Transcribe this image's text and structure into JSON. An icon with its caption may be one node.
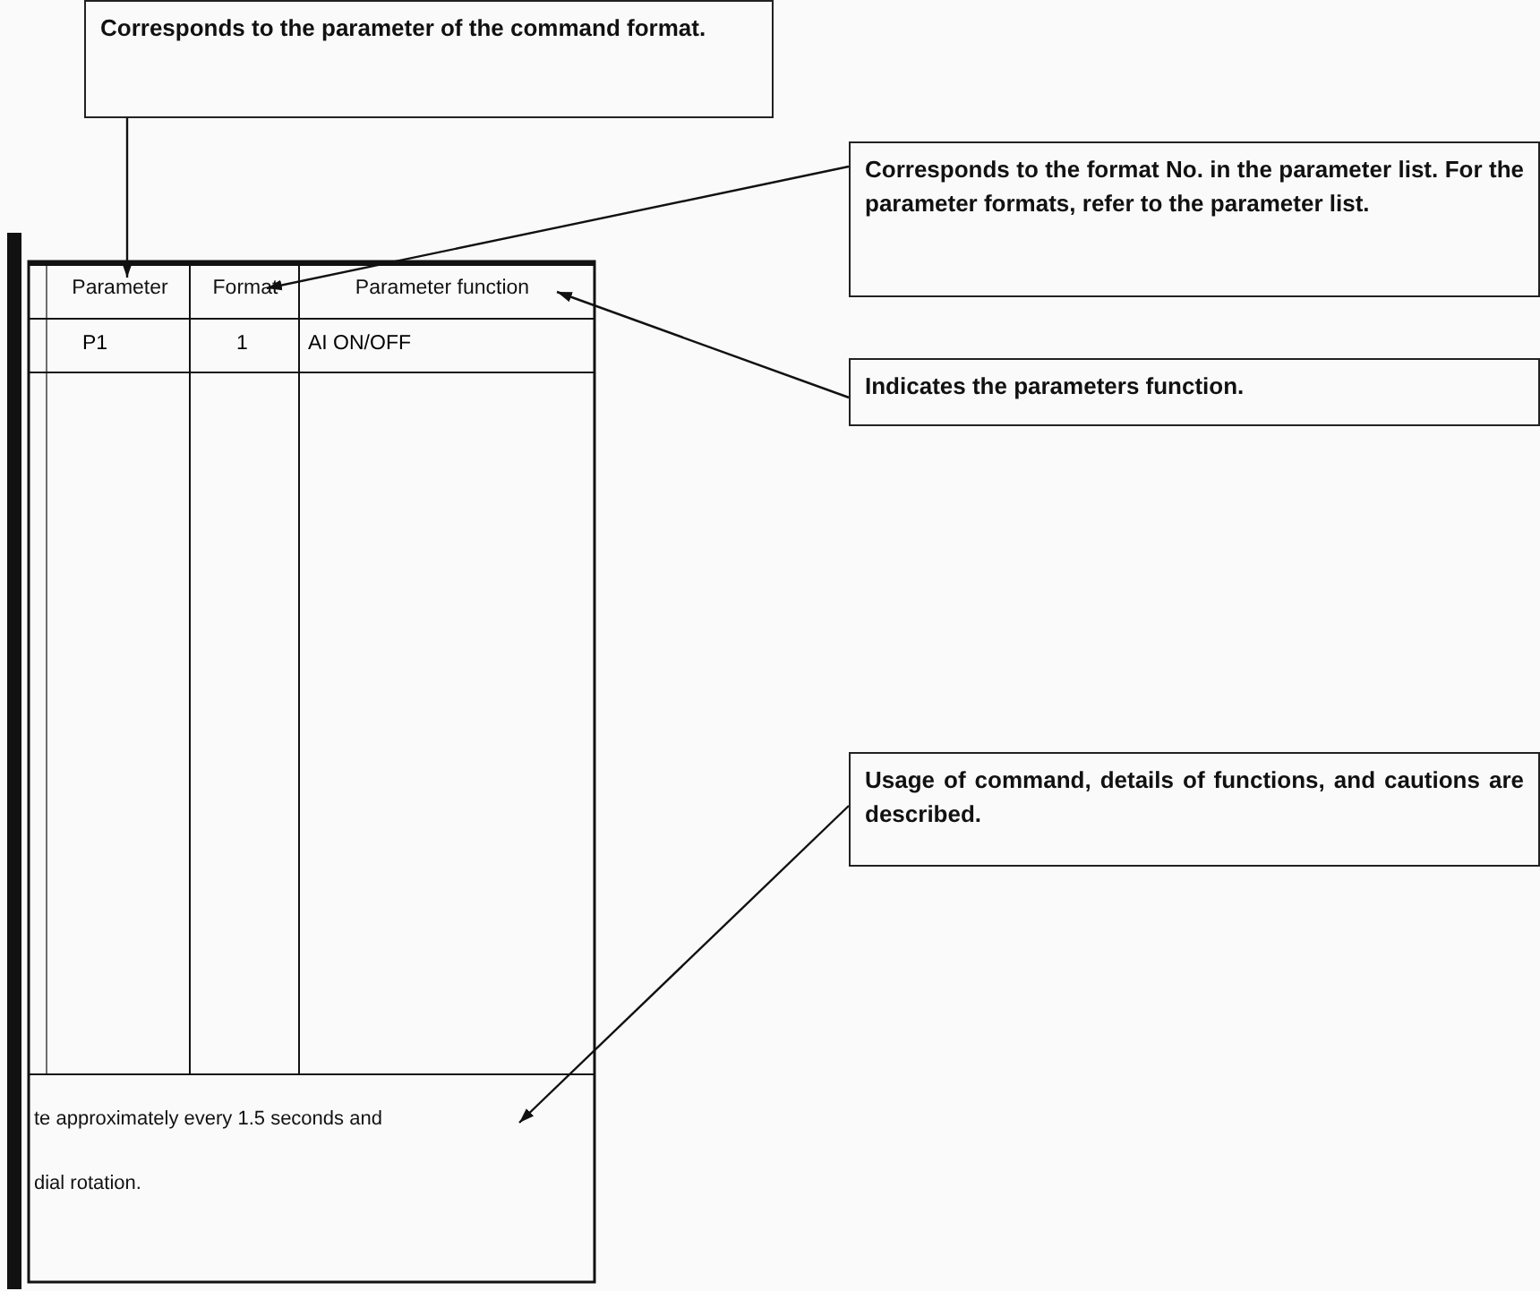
{
  "diagram": {
    "nodes": [
      {
        "text": [
          "Corresponds to the parameter of the command format."
        ]
      },
      {
        "text": [
          "Corresponds to the format No. in the parameter list. For the parameter formats, refer to the parameter list."
        ]
      },
      {
        "text": [
          "Indicates the parameters function."
        ]
      },
      {
        "text": [
          "Usage of command, details of functions, and cautions are described."
        ]
      },
      {
        "text": [
          "Parameter"
        ]
      },
      {
        "text": [
          "Format"
        ]
      },
      {
        "text": [
          "Parameter function"
        ]
      },
      {
        "text": [
          "te approximately every 1.5 seconds and",
          "dial rotation."
        ]
      }
    ],
    "edges": [
      {
        "from": 0,
        "to": 4,
        "arrow": "to"
      },
      {
        "from": 1,
        "to": 5,
        "arrow": "to"
      },
      {
        "from": 2,
        "to": 6,
        "arrow": "to"
      },
      {
        "from": 3,
        "to": 7,
        "arrow": "to"
      }
    ],
    "labels": [
      "P1",
      "1",
      "AI ON/OFF"
    ]
  }
}
